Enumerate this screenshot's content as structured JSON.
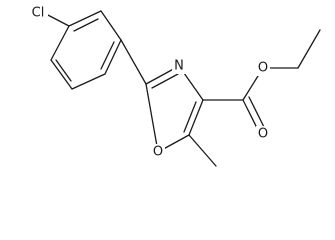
{
  "molecule": {
    "atoms": {
      "chlorine": "Cl",
      "ring_nitrogen": "N",
      "ring_oxygen": "O",
      "carbonyl_oxygen": "O",
      "ester_oxygen": "O"
    }
  }
}
